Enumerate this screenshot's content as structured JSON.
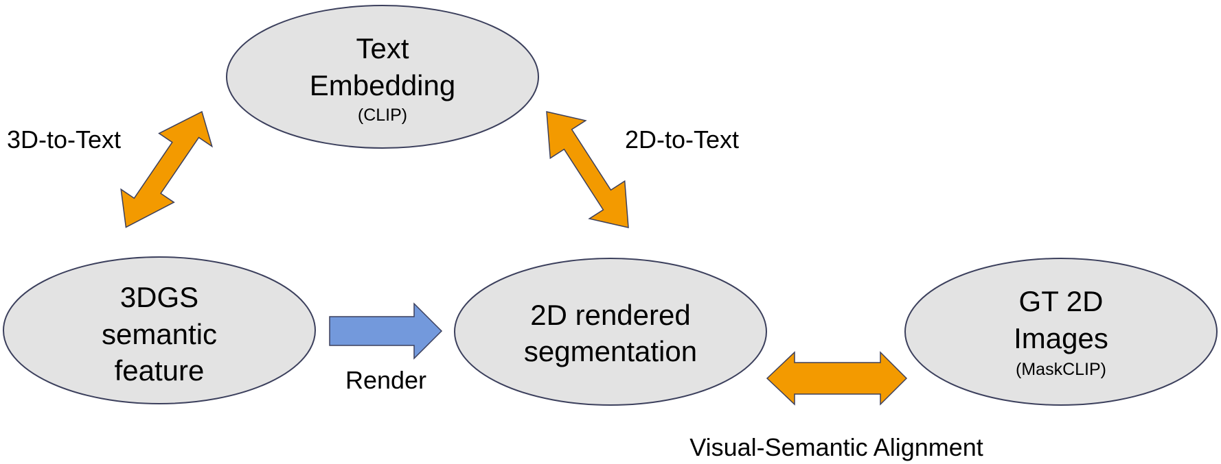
{
  "colors": {
    "node_fill": "#e3e3e3",
    "node_stroke": "#3b3f5c",
    "bidirectional_arrow": "#f39a00",
    "render_arrow": "#7399dc",
    "arrow_stroke": "#3b3f5c"
  },
  "nodes": {
    "text_embedding": {
      "line1": "Text",
      "line2": "Embedding",
      "sub": "(CLIP)"
    },
    "semantic_feature": {
      "line1": "3DGS",
      "line2": "semantic",
      "line3": "feature"
    },
    "rendered_segmentation": {
      "line1": "2D rendered",
      "line2": "segmentation"
    },
    "gt_images": {
      "line1": "GT 2D",
      "line2": "Images",
      "sub": "(MaskCLIP)"
    }
  },
  "edges": {
    "three_d_to_text": "3D-to-Text",
    "two_d_to_text": "2D-to-Text",
    "render": "Render",
    "alignment": "Visual-Semantic Alignment"
  }
}
